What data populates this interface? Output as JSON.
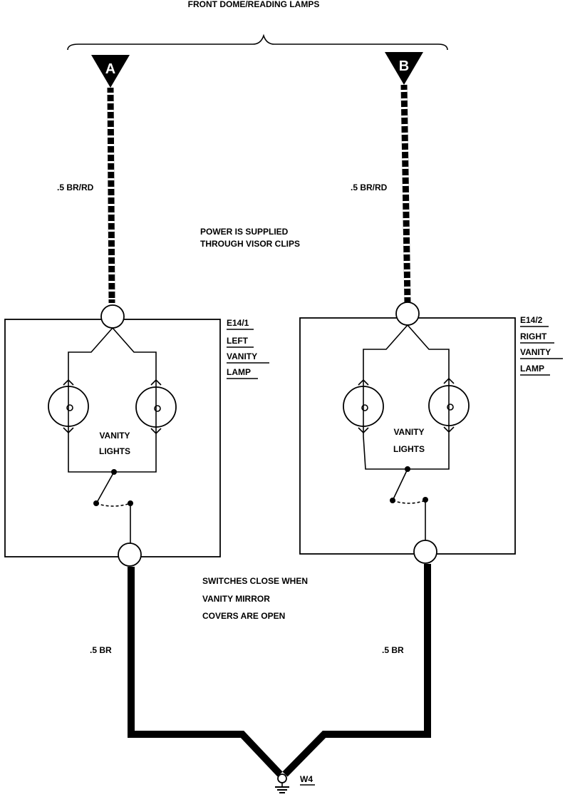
{
  "diagram": {
    "title": "FRONT DOME/READING LAMPS",
    "connectors": {
      "a": "A",
      "b": "B"
    },
    "wires": {
      "left_top": ".5 BR/RD",
      "right_top": ".5 BR/RD",
      "left_bottom": ".5 BR",
      "right_bottom": ".5 BR"
    },
    "note_power": [
      "POWER IS SUPPLIED",
      "THROUGH VISOR CLIPS"
    ],
    "note_switch": [
      "SWITCHES CLOSE WHEN",
      "VANITY MIRROR",
      "COVERS ARE OPEN"
    ],
    "left_lamp": {
      "label": [
        "E14/1",
        "LEFT",
        "VANITY",
        "LAMP"
      ],
      "lights_label": [
        "VANITY",
        "LIGHTS"
      ]
    },
    "right_lamp": {
      "label": [
        "E14/2",
        "RIGHT",
        "VANITY",
        "LAMP"
      ],
      "lights_label": [
        "VANITY",
        "LIGHTS"
      ]
    },
    "ground": "W4",
    "colors": {
      "line": "#000000",
      "background": "#ffffff"
    }
  }
}
